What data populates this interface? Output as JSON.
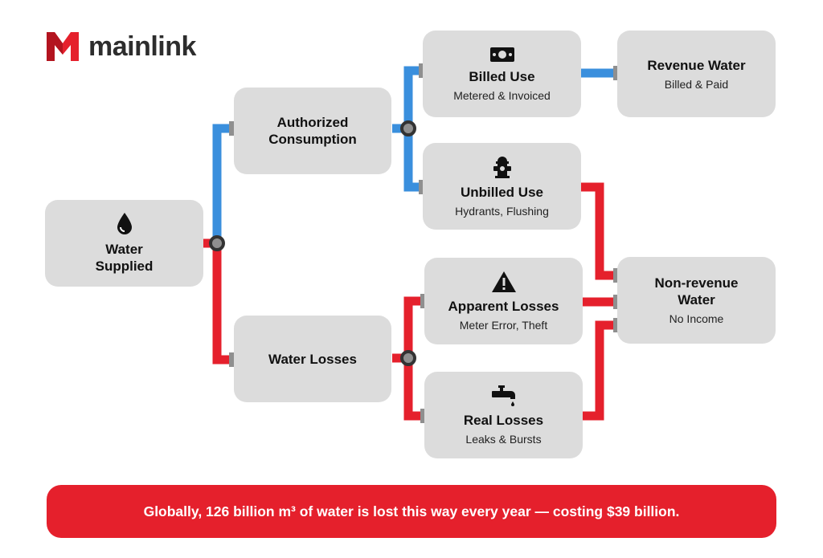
{
  "brand": {
    "name": "mainlink"
  },
  "colors": {
    "authorized": "#3a8fdd",
    "loss": "#e5202c",
    "box": "#dcdcdc",
    "connector": "#8f8f8f"
  },
  "nodes": {
    "water_supplied": {
      "title": "Water\nSupplied",
      "icon": "water-drop-icon"
    },
    "authorized": {
      "title": "Authorized\nConsumption"
    },
    "water_losses": {
      "title": "Water Losses"
    },
    "billed": {
      "title": "Billed Use",
      "subtitle": "Metered & Invoiced",
      "icon": "money-icon"
    },
    "unbilled": {
      "title": "Unbilled Use",
      "subtitle": "Hydrants, Flushing",
      "icon": "hydrant-icon"
    },
    "apparent": {
      "title": "Apparent Losses",
      "subtitle": "Meter Error, Theft",
      "icon": "warning-icon"
    },
    "real": {
      "title": "Real Losses",
      "subtitle": "Leaks & Bursts",
      "icon": "faucet-icon"
    },
    "revenue": {
      "title": "Revenue Water",
      "subtitle": "Billed & Paid"
    },
    "nonrevenue": {
      "title": "Non-revenue\nWater",
      "subtitle": "No Income"
    }
  },
  "banner": {
    "text": "Globally, 126 billion m³ of water is lost this way every year — costing $39 billion."
  }
}
